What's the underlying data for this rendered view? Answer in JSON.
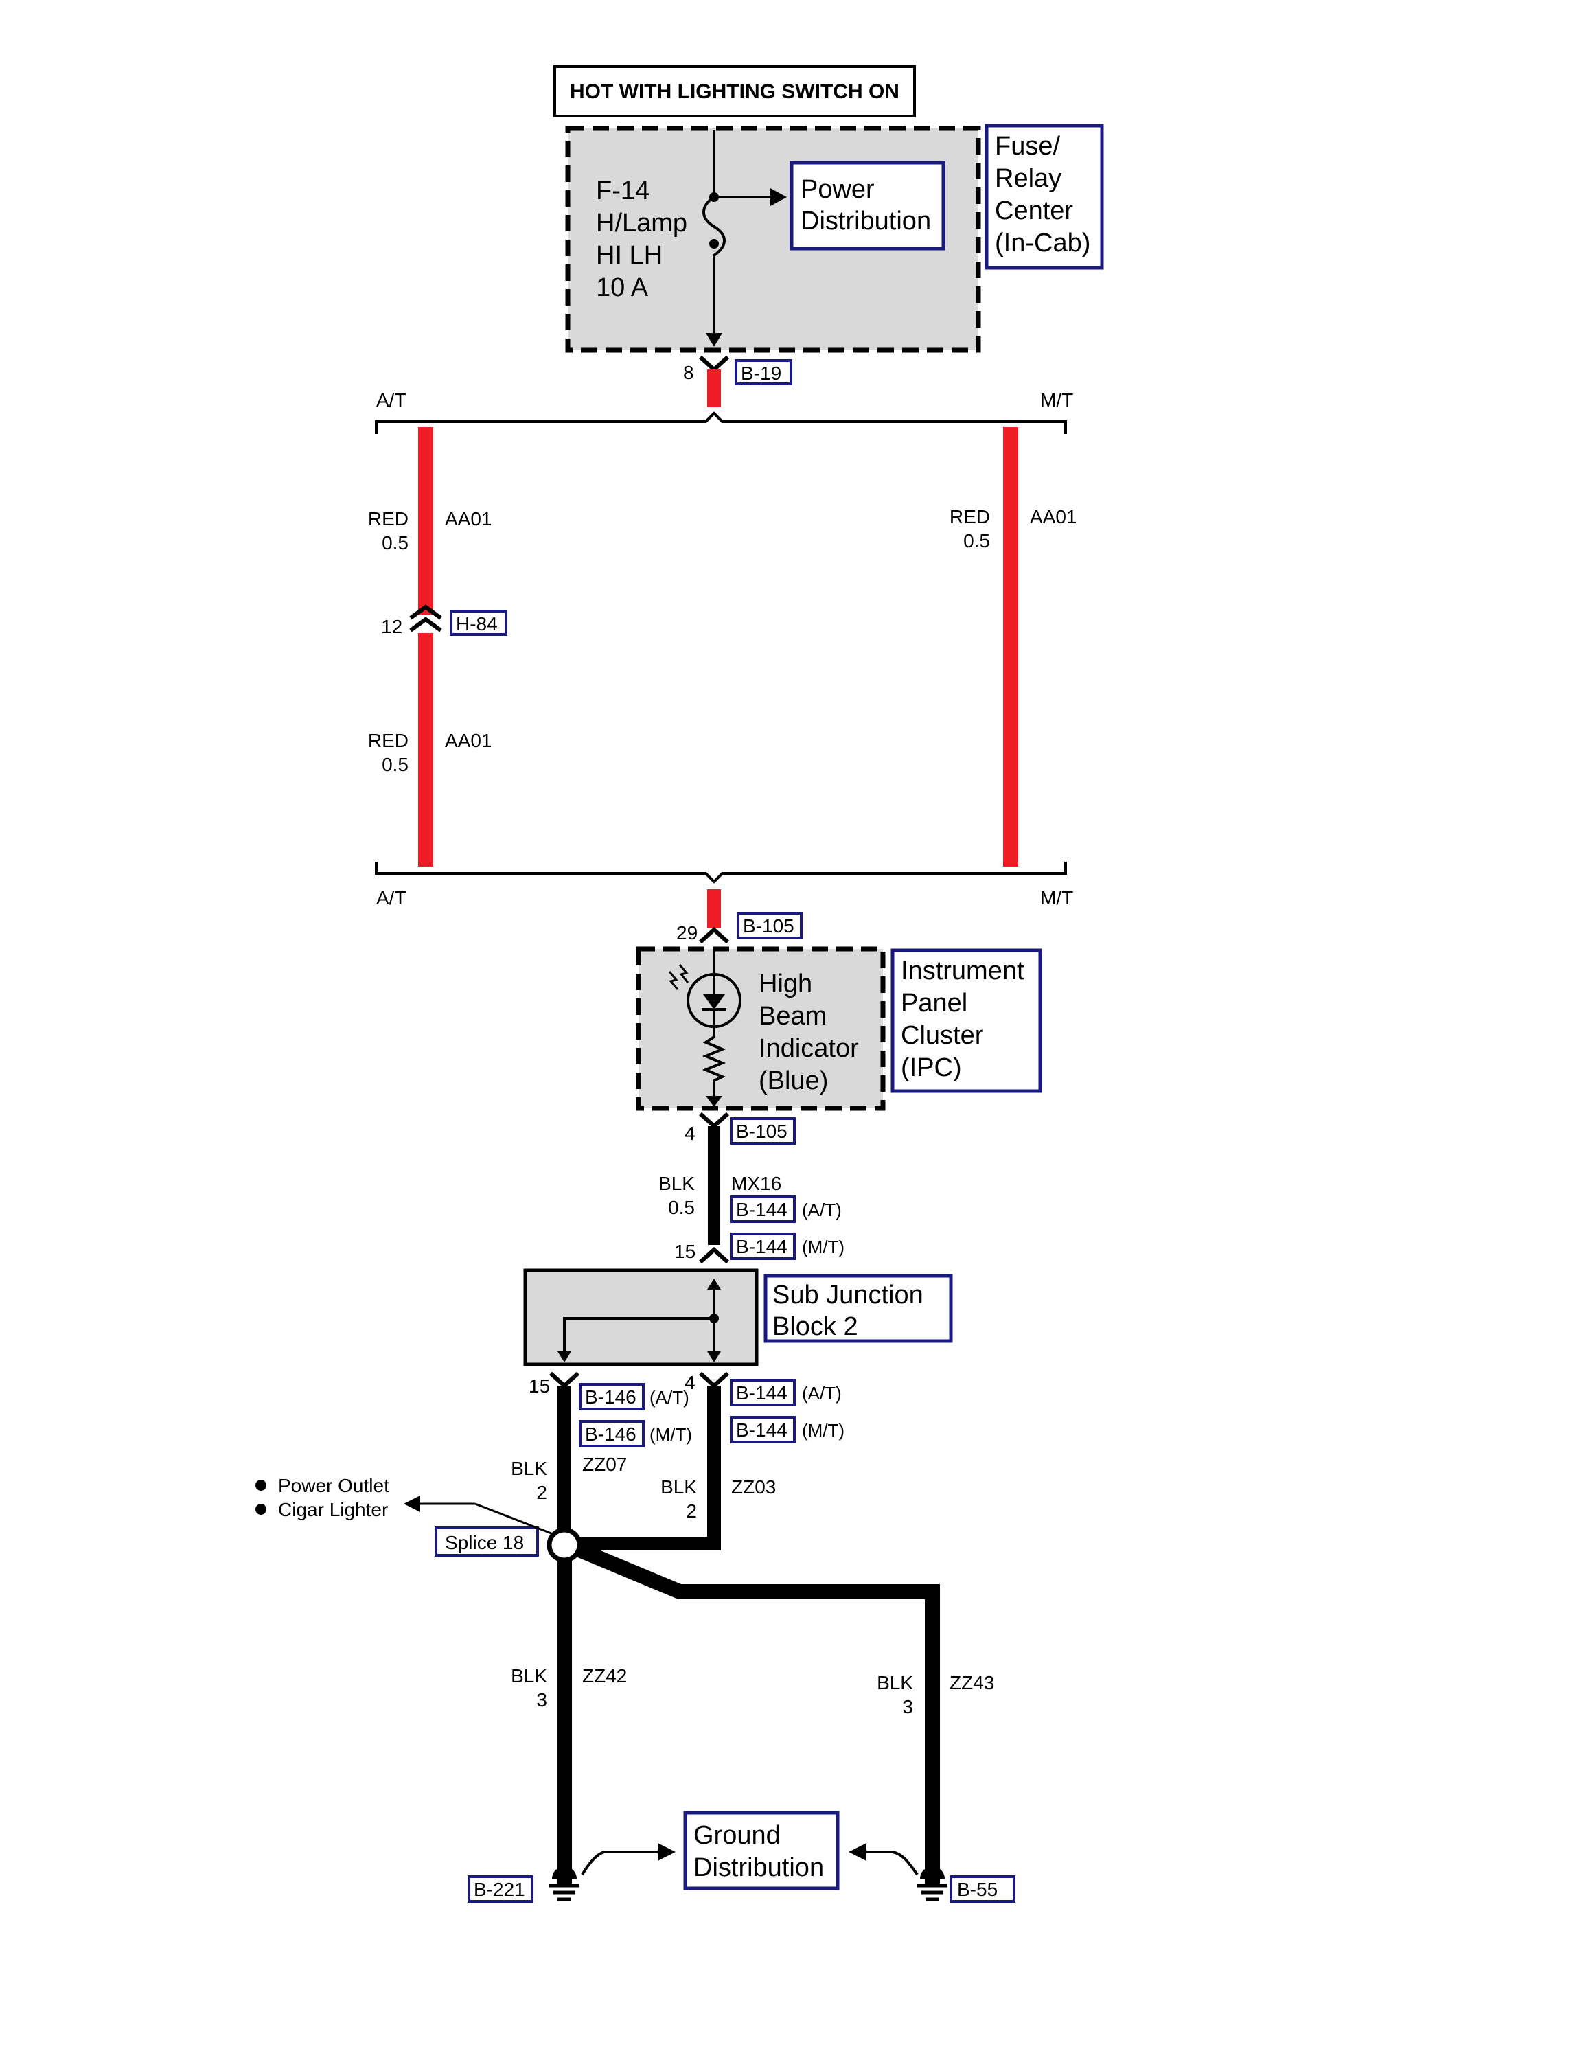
{
  "header": {
    "power_label": "HOT WITH LIGHTING SWITCH ON"
  },
  "fuse": {
    "lines": [
      "F-14",
      "H/Lamp",
      "HI LH",
      "10 A"
    ],
    "power_distribution": [
      "Power",
      "Distribution"
    ],
    "center_label": [
      "Fuse/",
      "Relay",
      "Center",
      "(In-Cab)"
    ]
  },
  "connectors": {
    "b19": {
      "pin": "8",
      "name": "B-19"
    },
    "h84": {
      "pin": "12",
      "name": "H-84"
    },
    "b105_top": {
      "pin": "29",
      "name": "B-105"
    },
    "b105_bot": {
      "pin": "4",
      "name": "B-105"
    },
    "b144_in_at": {
      "name": "B-144",
      "variant": "(A/T)"
    },
    "b144_in_mt": {
      "pin": "15",
      "name": "B-144",
      "variant": "(M/T)"
    },
    "b146_at": {
      "pin": "15",
      "name": "B-146",
      "variant": "(A/T)"
    },
    "b146_mt": {
      "name": "B-146",
      "variant": "(M/T)"
    },
    "b144_out_at": {
      "pin": "4",
      "name": "B-144",
      "variant": "(A/T)"
    },
    "b144_out_mt": {
      "name": "B-144",
      "variant": "(M/T)"
    }
  },
  "branches": {
    "at": "A/T",
    "mt": "M/T"
  },
  "wires": {
    "at_upper": {
      "color": "RED",
      "size": "0.5",
      "circuit": "AA01"
    },
    "at_lower": {
      "color": "RED",
      "size": "0.5",
      "circuit": "AA01"
    },
    "mt": {
      "color": "RED",
      "size": "0.5",
      "circuit": "AA01"
    },
    "mx16": {
      "color": "BLK",
      "size": "0.5",
      "circuit": "MX16"
    },
    "zz07": {
      "color": "BLK",
      "size": "2",
      "circuit": "ZZ07"
    },
    "zz03": {
      "color": "BLK",
      "size": "2",
      "circuit": "ZZ03"
    },
    "zz42": {
      "color": "BLK",
      "size": "3",
      "circuit": "ZZ42"
    },
    "zz43": {
      "color": "BLK",
      "size": "3",
      "circuit": "ZZ43"
    }
  },
  "ipc": {
    "indicator": [
      "High",
      "Beam",
      "Indicator",
      "(Blue)"
    ],
    "label": [
      "Instrument",
      "Panel",
      "Cluster",
      "(IPC)"
    ]
  },
  "junction": {
    "label": [
      "Sub Junction",
      "Block 2"
    ]
  },
  "splice": {
    "name": "Splice 18",
    "destinations": [
      "Power Outlet",
      "Cigar Lighter"
    ]
  },
  "ground": {
    "label": [
      "Ground",
      "Distribution"
    ],
    "left": "B-221",
    "right": "B-55"
  },
  "colors": {
    "red_wire": "#ee1c24",
    "black_wire": "#000000",
    "box_border": "#1a1a7e",
    "module_fill": "#d9d9d9"
  }
}
